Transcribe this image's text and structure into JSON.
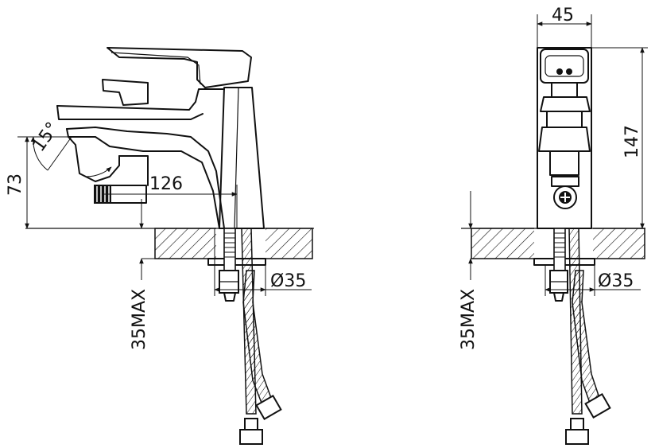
{
  "dimensions": {
    "angle": "15°",
    "height_spout": "73",
    "reach": "126",
    "max_thickness_left": "35MAX",
    "max_thickness_right": "35MAX",
    "hole_left": "Ø35",
    "hole_right": "Ø35",
    "width": "45",
    "height_total": "147"
  }
}
